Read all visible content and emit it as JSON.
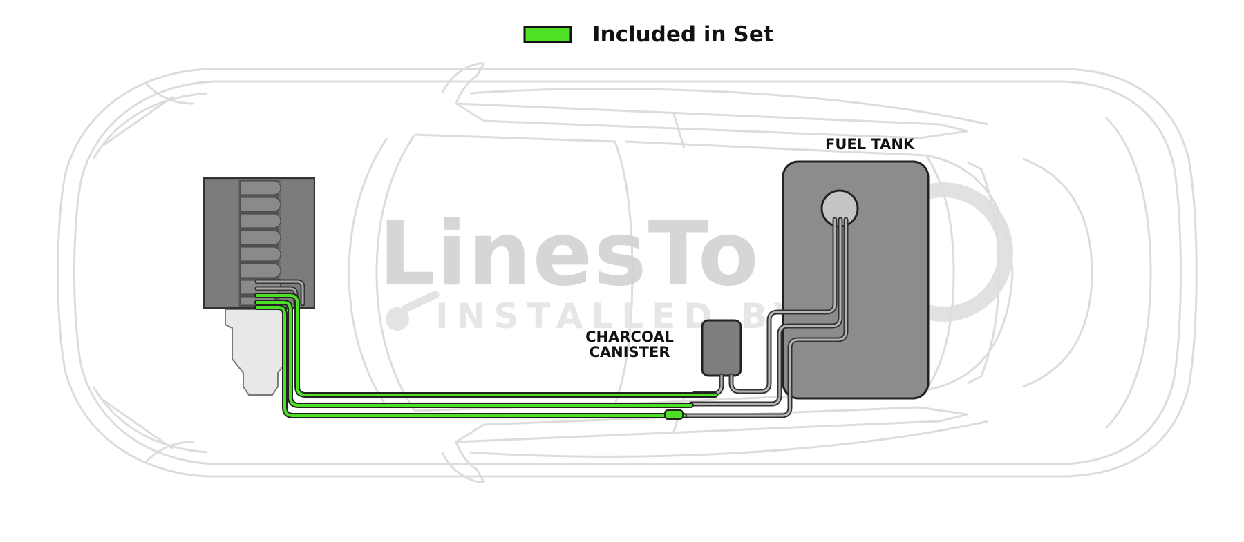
{
  "legend": {
    "label": "Included in Set",
    "swatch_color": "#4de024"
  },
  "labels": {
    "fuel_tank": "FUEL TANK",
    "charcoal_canister_line1": "CHARCOAL",
    "charcoal_canister_line2": "CANISTER"
  },
  "watermark": {
    "brand": "LinesTo",
    "tagline": "INSTALLED BY"
  },
  "colors": {
    "included_line": "#4de024",
    "existing_line": "#8a8a8a",
    "car_outline": "#dcdcdc",
    "tank_fill": "#8c8c8c",
    "engine_fill": "#777777"
  }
}
